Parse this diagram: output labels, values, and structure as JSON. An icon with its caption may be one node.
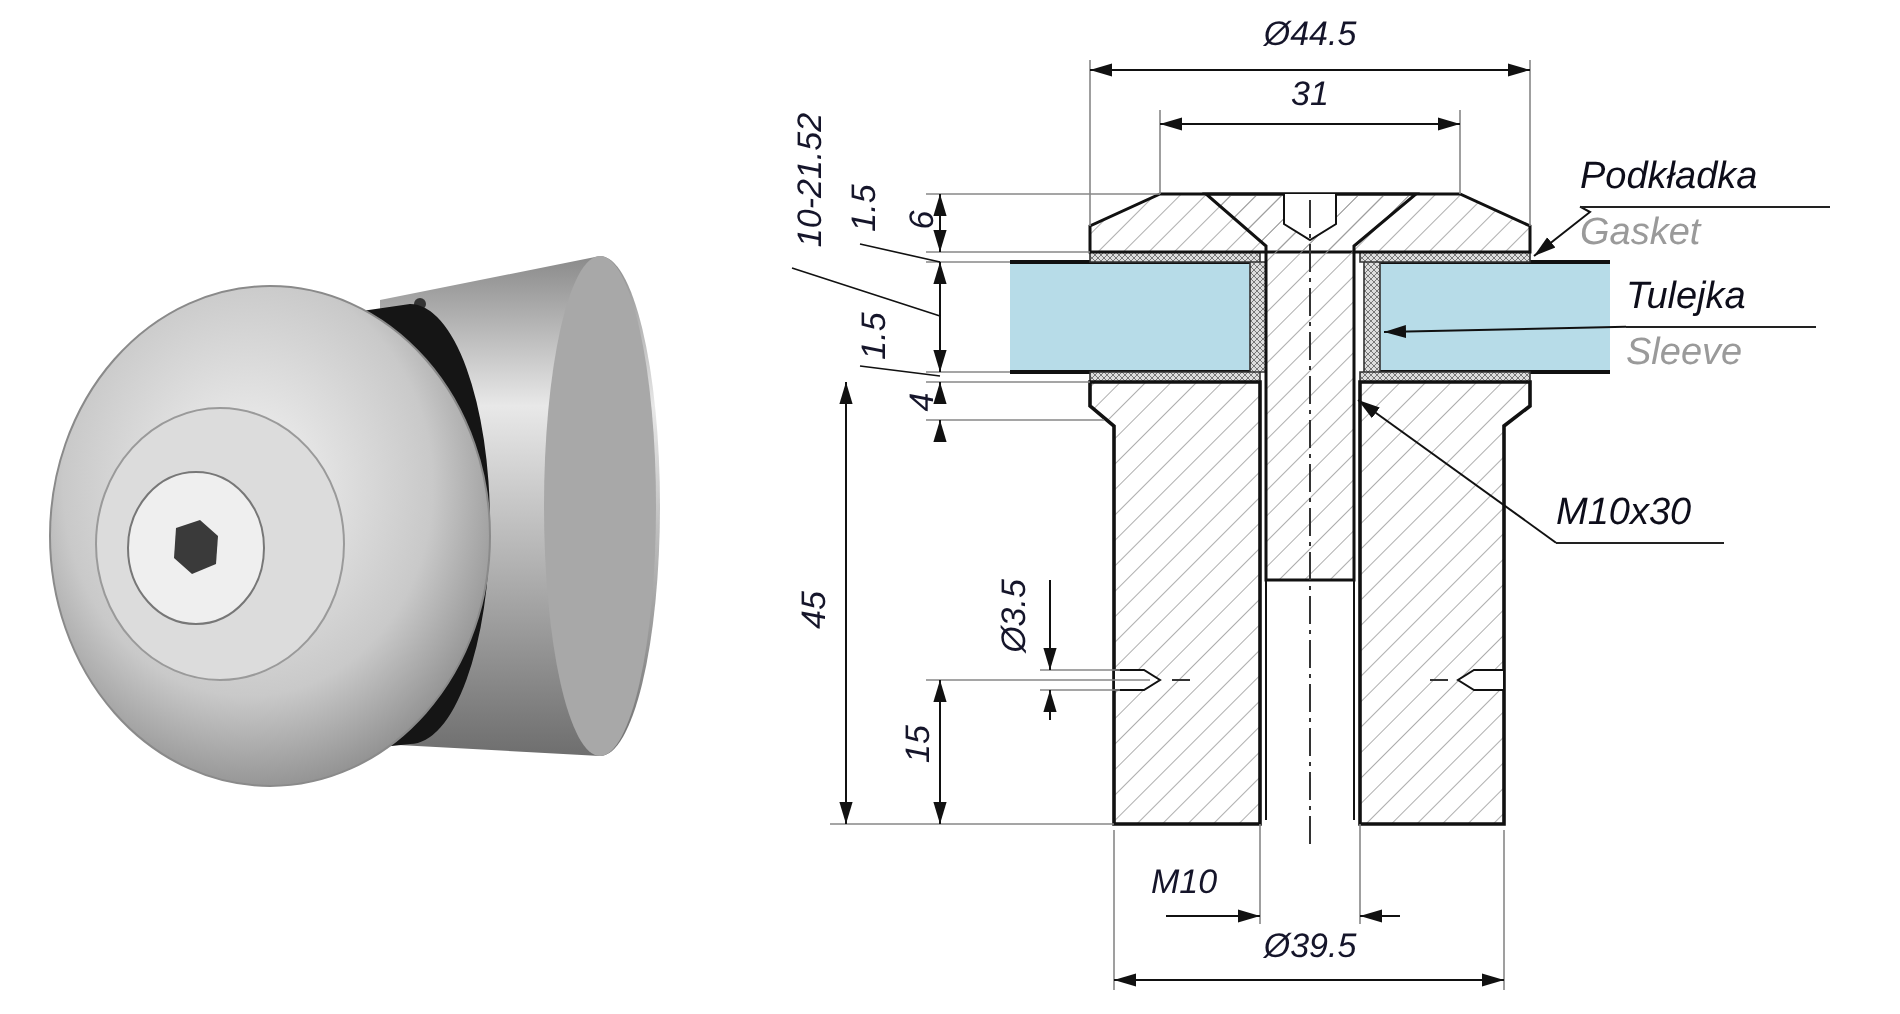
{
  "diagram": {
    "nodes": [
      {
        "text": [
          "Podkładka",
          "Gasket"
        ]
      },
      {
        "text": [
          "Tulejka",
          "Sleeve"
        ]
      },
      {
        "text": [
          "M10x30"
        ]
      }
    ],
    "edges": [
      {
        "from": 0,
        "to": null,
        "arrow": "to"
      },
      {
        "from": 1,
        "to": null,
        "arrow": "to"
      },
      {
        "from": 2,
        "to": null,
        "arrow": "to"
      }
    ],
    "labels": [
      "Ø44.5",
      "31",
      "10-21.52",
      "1.5",
      "6",
      "1.5",
      "4",
      "45",
      "Ø3.5",
      "15",
      "M10",
      "Ø39.5"
    ]
  }
}
